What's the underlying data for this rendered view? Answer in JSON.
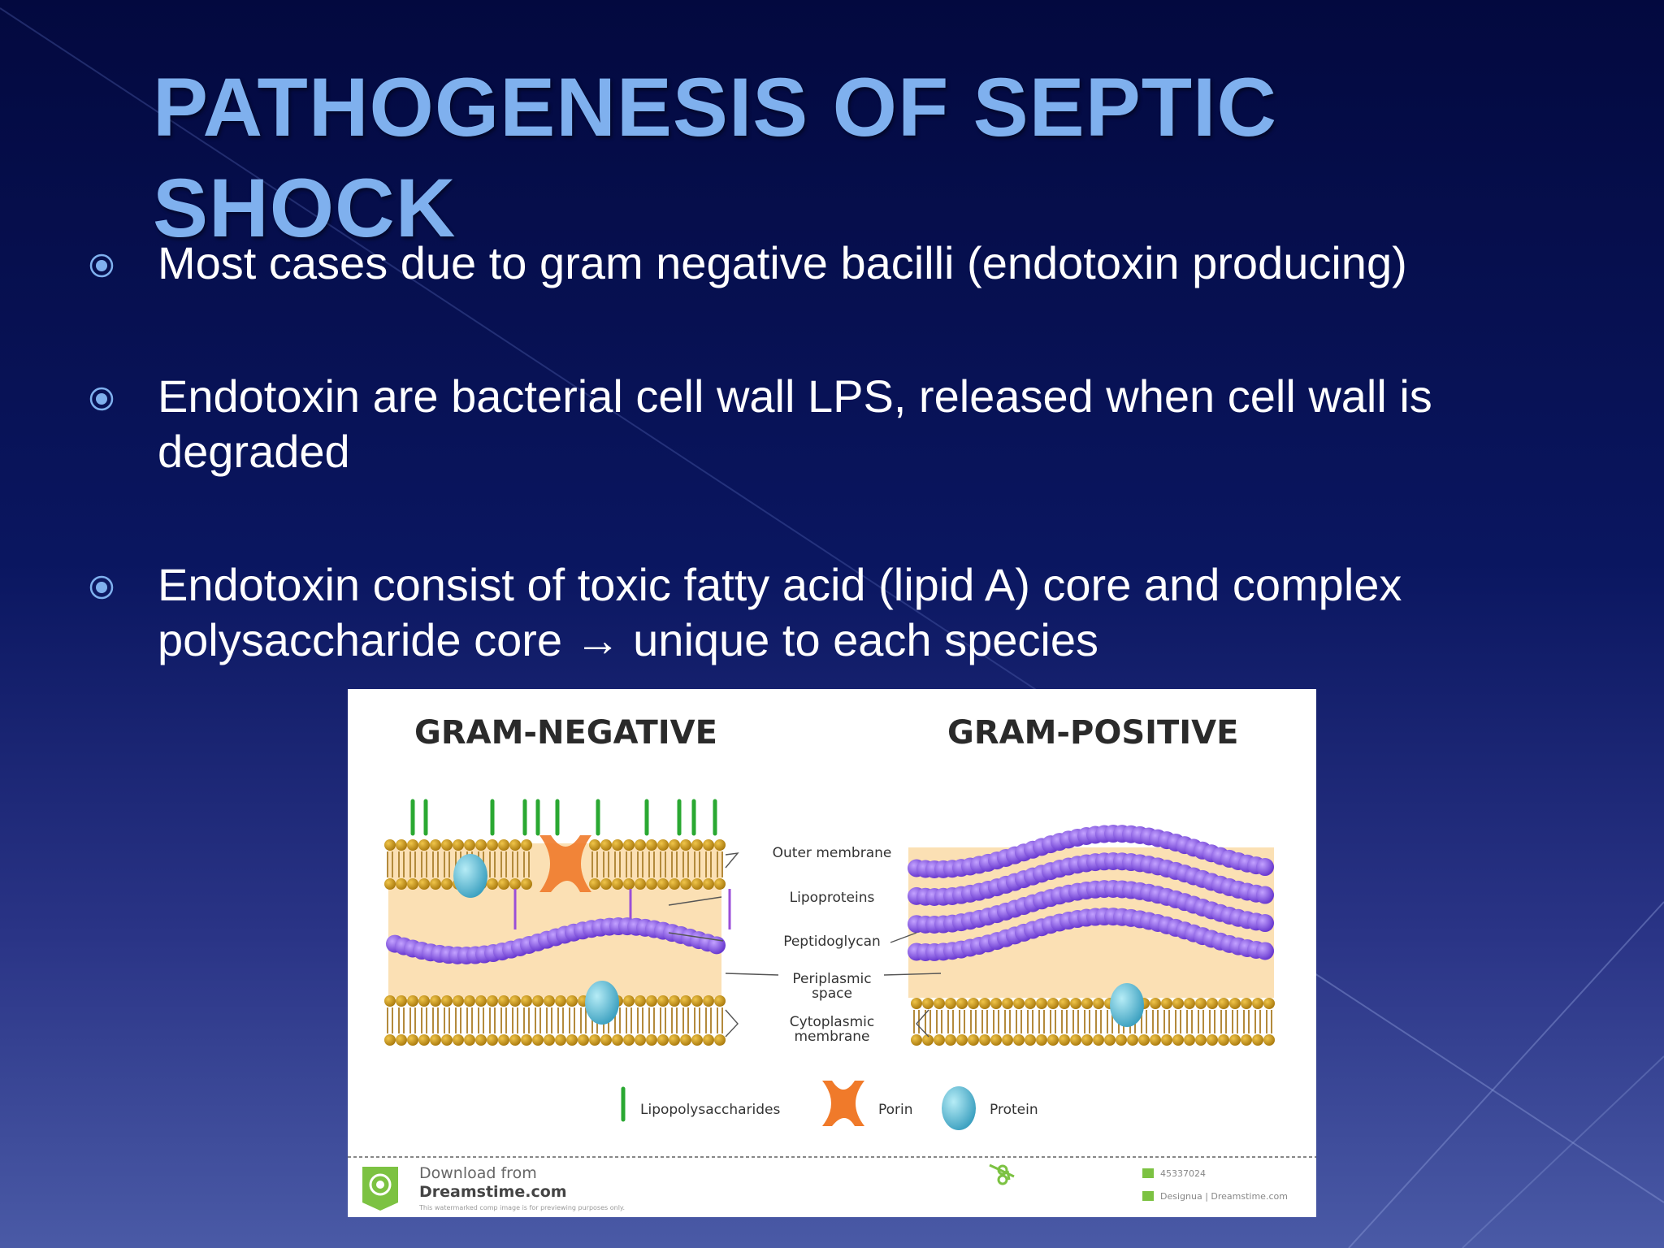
{
  "slide": {
    "title": "PATHOGENESIS OF SEPTIC SHOCK",
    "bullets": [
      "Most cases due to gram negative bacilli (endotoxin producing)",
      "Endotoxin are bacterial cell wall LPS, released when cell wall is degraded",
      "Endotoxin consist of toxic fatty acid (lipid A) core and complex polysaccharide core → unique to each species"
    ],
    "bullet_icon": "target-circle-icon"
  },
  "figure": {
    "gram_negative_title": "GRAM-NEGATIVE",
    "gram_positive_title": "GRAM-POSITIVE",
    "labels": {
      "outer_membrane": "Outer membrane",
      "lipoproteins": "Lipoproteins",
      "peptidoglycan": "Peptidoglycan",
      "periplasmic_1": "Periplasmic",
      "periplasmic_2": "space",
      "cytoplasmic_1": "Cytoplasmic",
      "cytoplasmic_2": "membrane"
    },
    "legend": {
      "lps": "Lipopolysaccharides",
      "porin": "Porin",
      "protein": "Protein"
    },
    "footer": {
      "download_from": "Download from",
      "site": "Dreamstime.com",
      "fine_print": "This watermarked comp image is for previewing purposes only.",
      "image_id": "45337024",
      "credit": "Designua | Dreamstime.com"
    }
  },
  "colors": {
    "title": "#7fb0ee",
    "text": "#ffffff",
    "bullet": "#7fb0ee",
    "peptidoglycan": "#8a5ae8",
    "lipid_head": "#c9951e",
    "periplasm": "#fbe0b4",
    "lps": "#2aa832",
    "porin": "#f07a2a",
    "protein": "#5fc4da"
  }
}
